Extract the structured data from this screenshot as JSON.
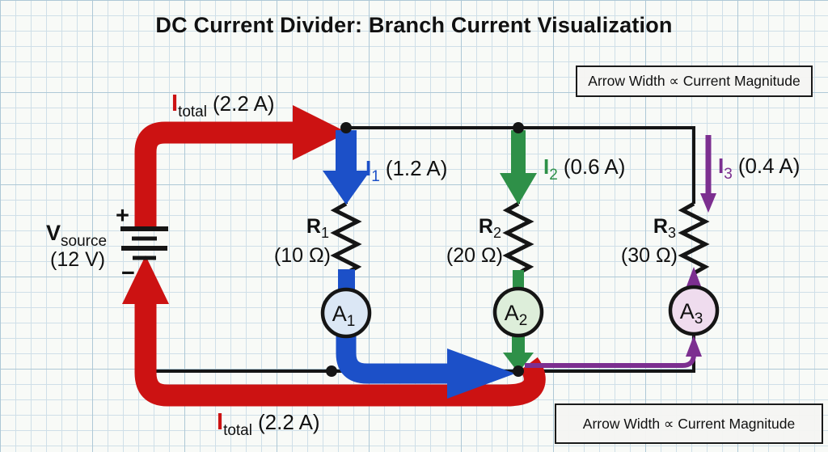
{
  "title": "DC Current Divider: Branch Current Visualization",
  "notes": {
    "top": "Arrow Width ∝ Current Magnitude",
    "bottom": "Arrow Width ∝ Current Magnitude"
  },
  "colors": {
    "total_red": "#cc1212",
    "branch1_blue": "#1c50c8",
    "branch2_green": "#2e9048",
    "branch3_purple": "#7c2f90",
    "wire_black": "#151515",
    "ammeter1_fill": "#dbe7f5",
    "ammeter2_fill": "#ddeeda",
    "ammeter3_fill": "#efdcee"
  },
  "source": {
    "name": "V",
    "name_sub": "source",
    "value": "(12 V)",
    "plus": "+",
    "minus": "−"
  },
  "total": {
    "name": "I",
    "name_sub": "total",
    "value": "(2.2 A)"
  },
  "branches": [
    {
      "current_name": "I",
      "current_sub": "1",
      "current_value": "(1.2 A)",
      "resistor_name": "R",
      "resistor_sub": "1",
      "resistor_value": "(10 Ω)",
      "ammeter_name": "A",
      "ammeter_sub": "1"
    },
    {
      "current_name": "I",
      "current_sub": "2",
      "current_value": "(0.6 A)",
      "resistor_name": "R",
      "resistor_sub": "2",
      "resistor_value": "(20 Ω)",
      "ammeter_name": "A",
      "ammeter_sub": "2"
    },
    {
      "current_name": "I",
      "current_sub": "3",
      "current_value": "(0.4 A)",
      "resistor_name": "R",
      "resistor_sub": "3",
      "resistor_value": "(30 Ω)",
      "ammeter_name": "A",
      "ammeter_sub": "3"
    }
  ]
}
